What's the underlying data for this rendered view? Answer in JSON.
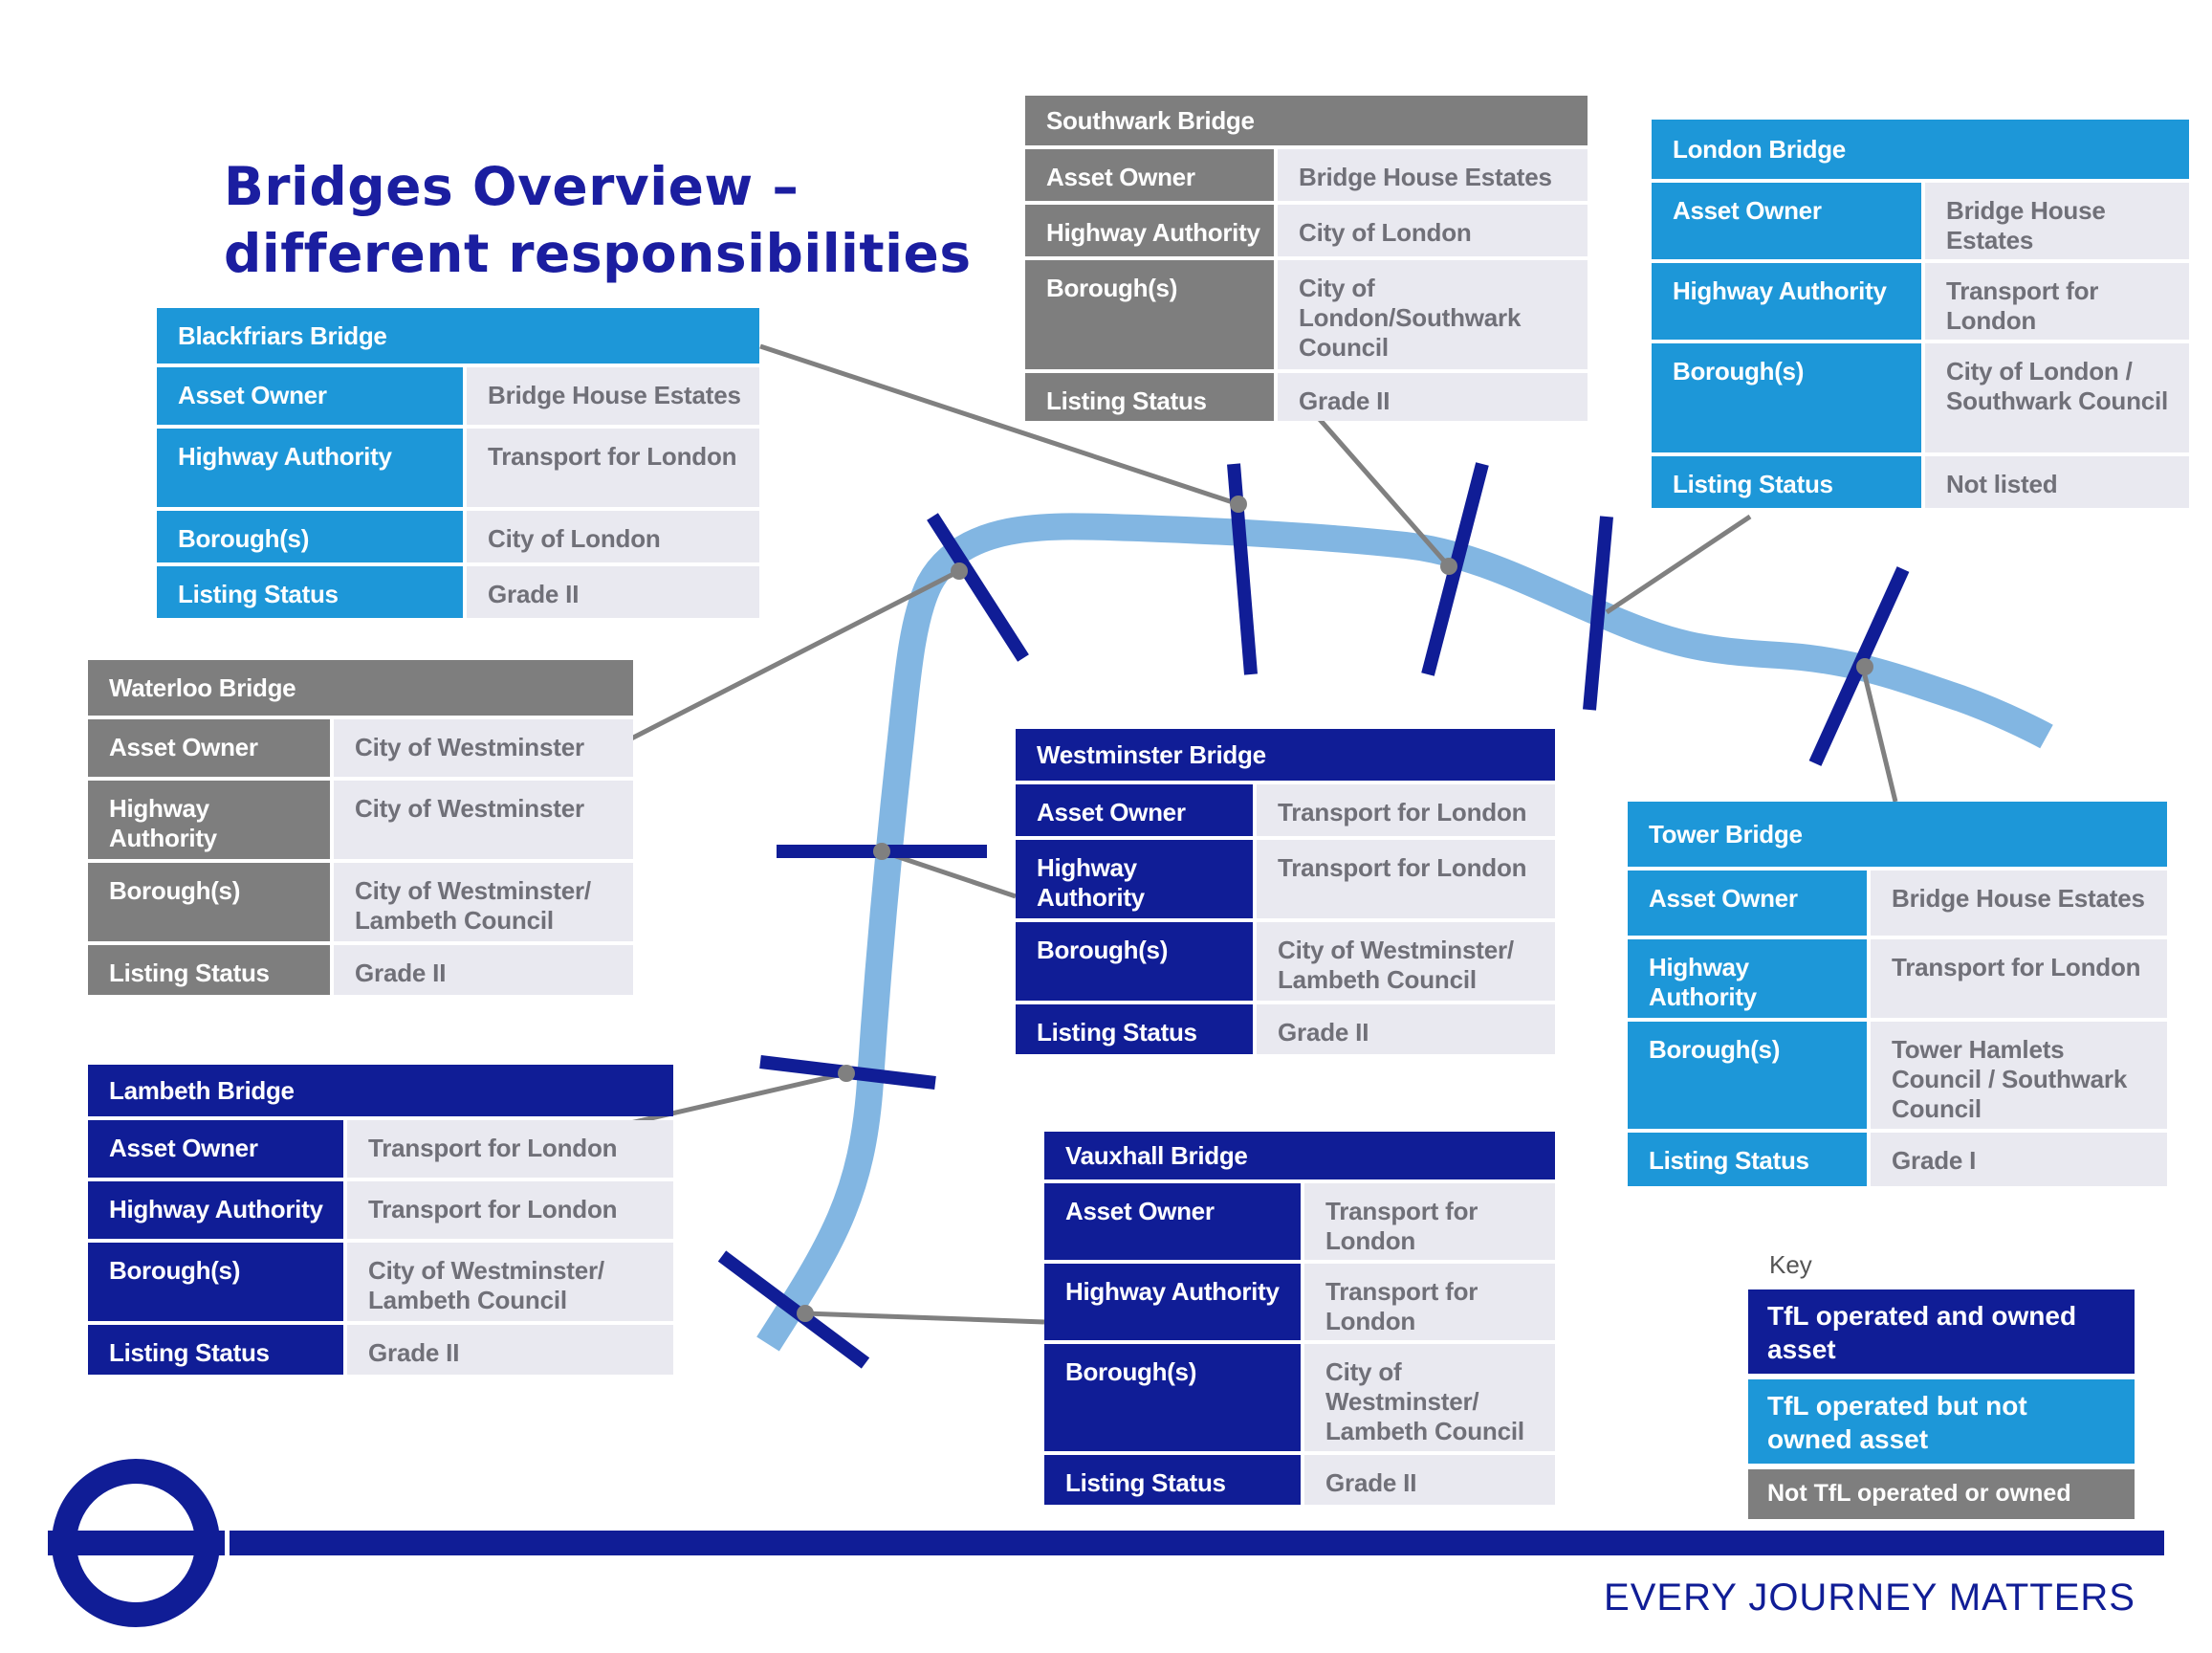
{
  "title_line1": "Bridges Overview –",
  "title_line2": "different responsibilities",
  "colors": {
    "navy": "#101d96",
    "cyan": "#1d97d8",
    "grey": "#7e7e7e",
    "river": "#82b6e2",
    "value_bg": "#e9e9f0"
  },
  "row_labels": {
    "owner": "Asset Owner",
    "highway": "Highway Authority",
    "borough": "Borough(s)",
    "listing": "Listing Status"
  },
  "bridges": {
    "southwark": {
      "name": "Southwark Bridge",
      "owner": "Bridge House Estates",
      "highway": "City of London",
      "borough": "City of London/Southwark Council",
      "listing": "Grade II"
    },
    "london": {
      "name": "London Bridge",
      "owner": "Bridge House Estates",
      "highway": "Transport for London",
      "borough": "City of London / Southwark Council",
      "listing": "Not listed"
    },
    "blackfriars": {
      "name": "Blackfriars Bridge",
      "owner": "Bridge House Estates",
      "highway": "Transport for London",
      "borough": "City of London",
      "listing": "Grade II"
    },
    "waterloo": {
      "name": "Waterloo Bridge",
      "owner": "City of Westminster",
      "highway": "City of Westminster",
      "borough": "City of Westminster/ Lambeth Council",
      "listing": "Grade II"
    },
    "westminster": {
      "name": "Westminster Bridge",
      "owner": "Transport for London",
      "highway": "Transport for London",
      "borough": "City of Westminster/ Lambeth Council",
      "listing": "Grade II"
    },
    "tower": {
      "name": "Tower Bridge",
      "owner": "Bridge House Estates",
      "highway": "Transport for London",
      "borough": "Tower Hamlets Council / Southwark Council",
      "listing": "Grade I"
    },
    "lambeth": {
      "name": "Lambeth Bridge",
      "owner": "Transport for London",
      "highway": "Transport for London",
      "borough": "City of Westminster/ Lambeth Council",
      "listing": "Grade II"
    },
    "vauxhall": {
      "name": "Vauxhall Bridge",
      "owner": "Transport for London",
      "highway": "Transport for London",
      "borough": "City of Westminster/ Lambeth Council",
      "listing": "Grade II"
    }
  },
  "key": {
    "title": "Key",
    "tfl_owned": "TfL operated and owned asset",
    "tfl_not_owned": "TfL operated but not owned asset",
    "not_tfl": "Not TfL operated or owned"
  },
  "tagline": "EVERY JOURNEY MATTERS"
}
